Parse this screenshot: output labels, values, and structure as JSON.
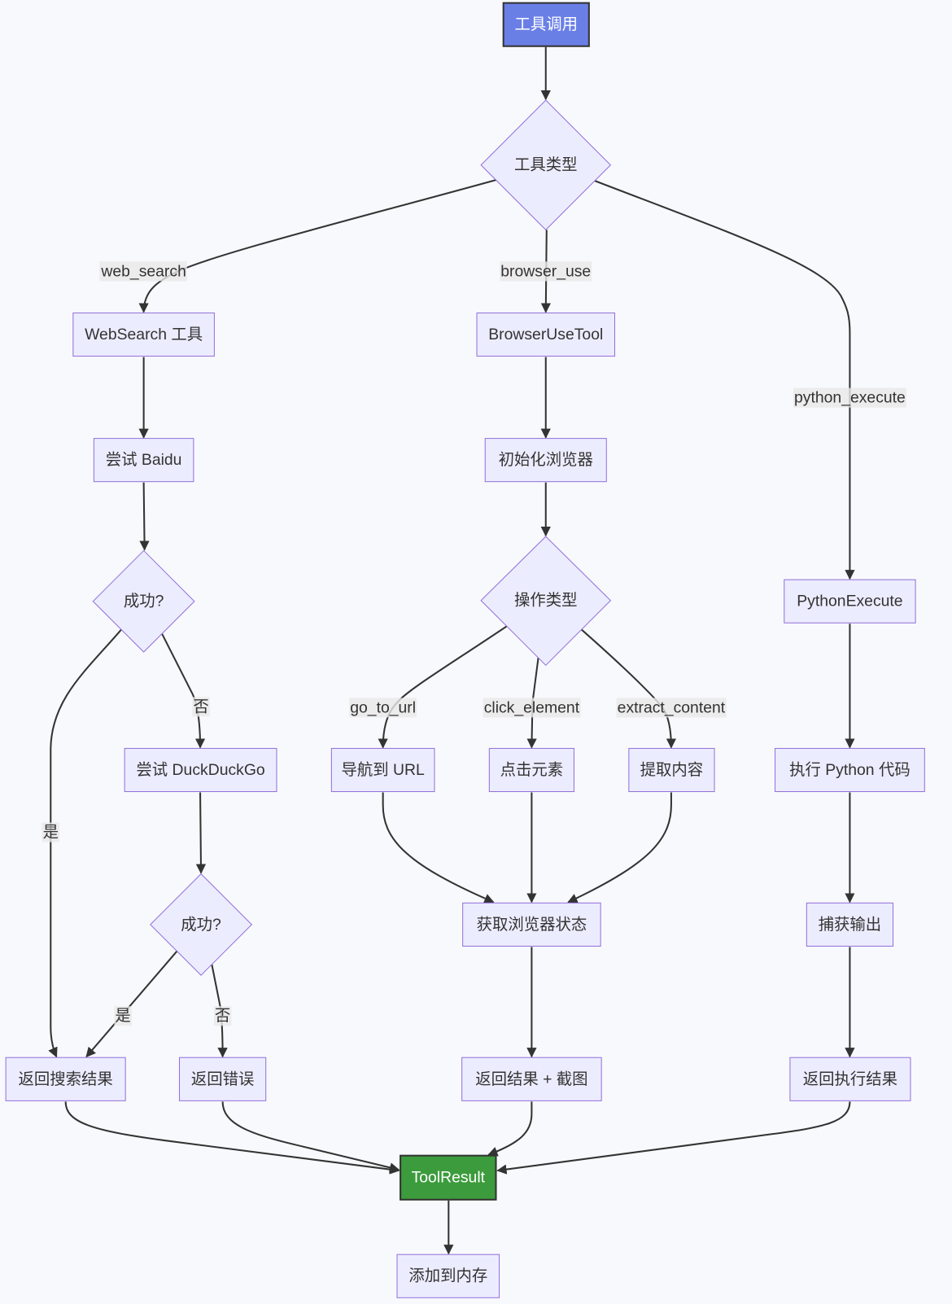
{
  "nodes": {
    "start": "工具调用",
    "tool_type": "工具类型",
    "websearch": "WebSearch 工具",
    "browser_tool": "BrowserUseTool",
    "try_baidu": "尝试 Baidu",
    "init_browser": "初始化浏览器",
    "success1": "成功?",
    "op_type": "操作类型",
    "python_execute": "PythonExecute",
    "try_ddg": "尝试 DuckDuckGo",
    "goto_url": "导航到 URL",
    "click": "点击元素",
    "extract": "提取内容",
    "exec_python": "执行 Python 代码",
    "success2": "成功?",
    "get_state": "获取浏览器状态",
    "capture": "捕获输出",
    "return_search": "返回搜索结果",
    "return_error": "返回错误",
    "return_screenshot": "返回结果 + 截图",
    "return_exec": "返回执行结果",
    "tool_result": "ToolResult",
    "add_memory": "添加到内存"
  },
  "edge_labels": [
    "web_search",
    "browser_use",
    "python_execute",
    "否",
    "是",
    "go_to_url",
    "click_element",
    "extract_content",
    "是",
    "否"
  ],
  "colors": {
    "background": "#f8f9fc",
    "node_fill": "#ececff",
    "node_stroke": "#9370db",
    "edge": "#333333",
    "start_fill": "#6a7fe6",
    "result_fill": "#3c9b3c"
  }
}
